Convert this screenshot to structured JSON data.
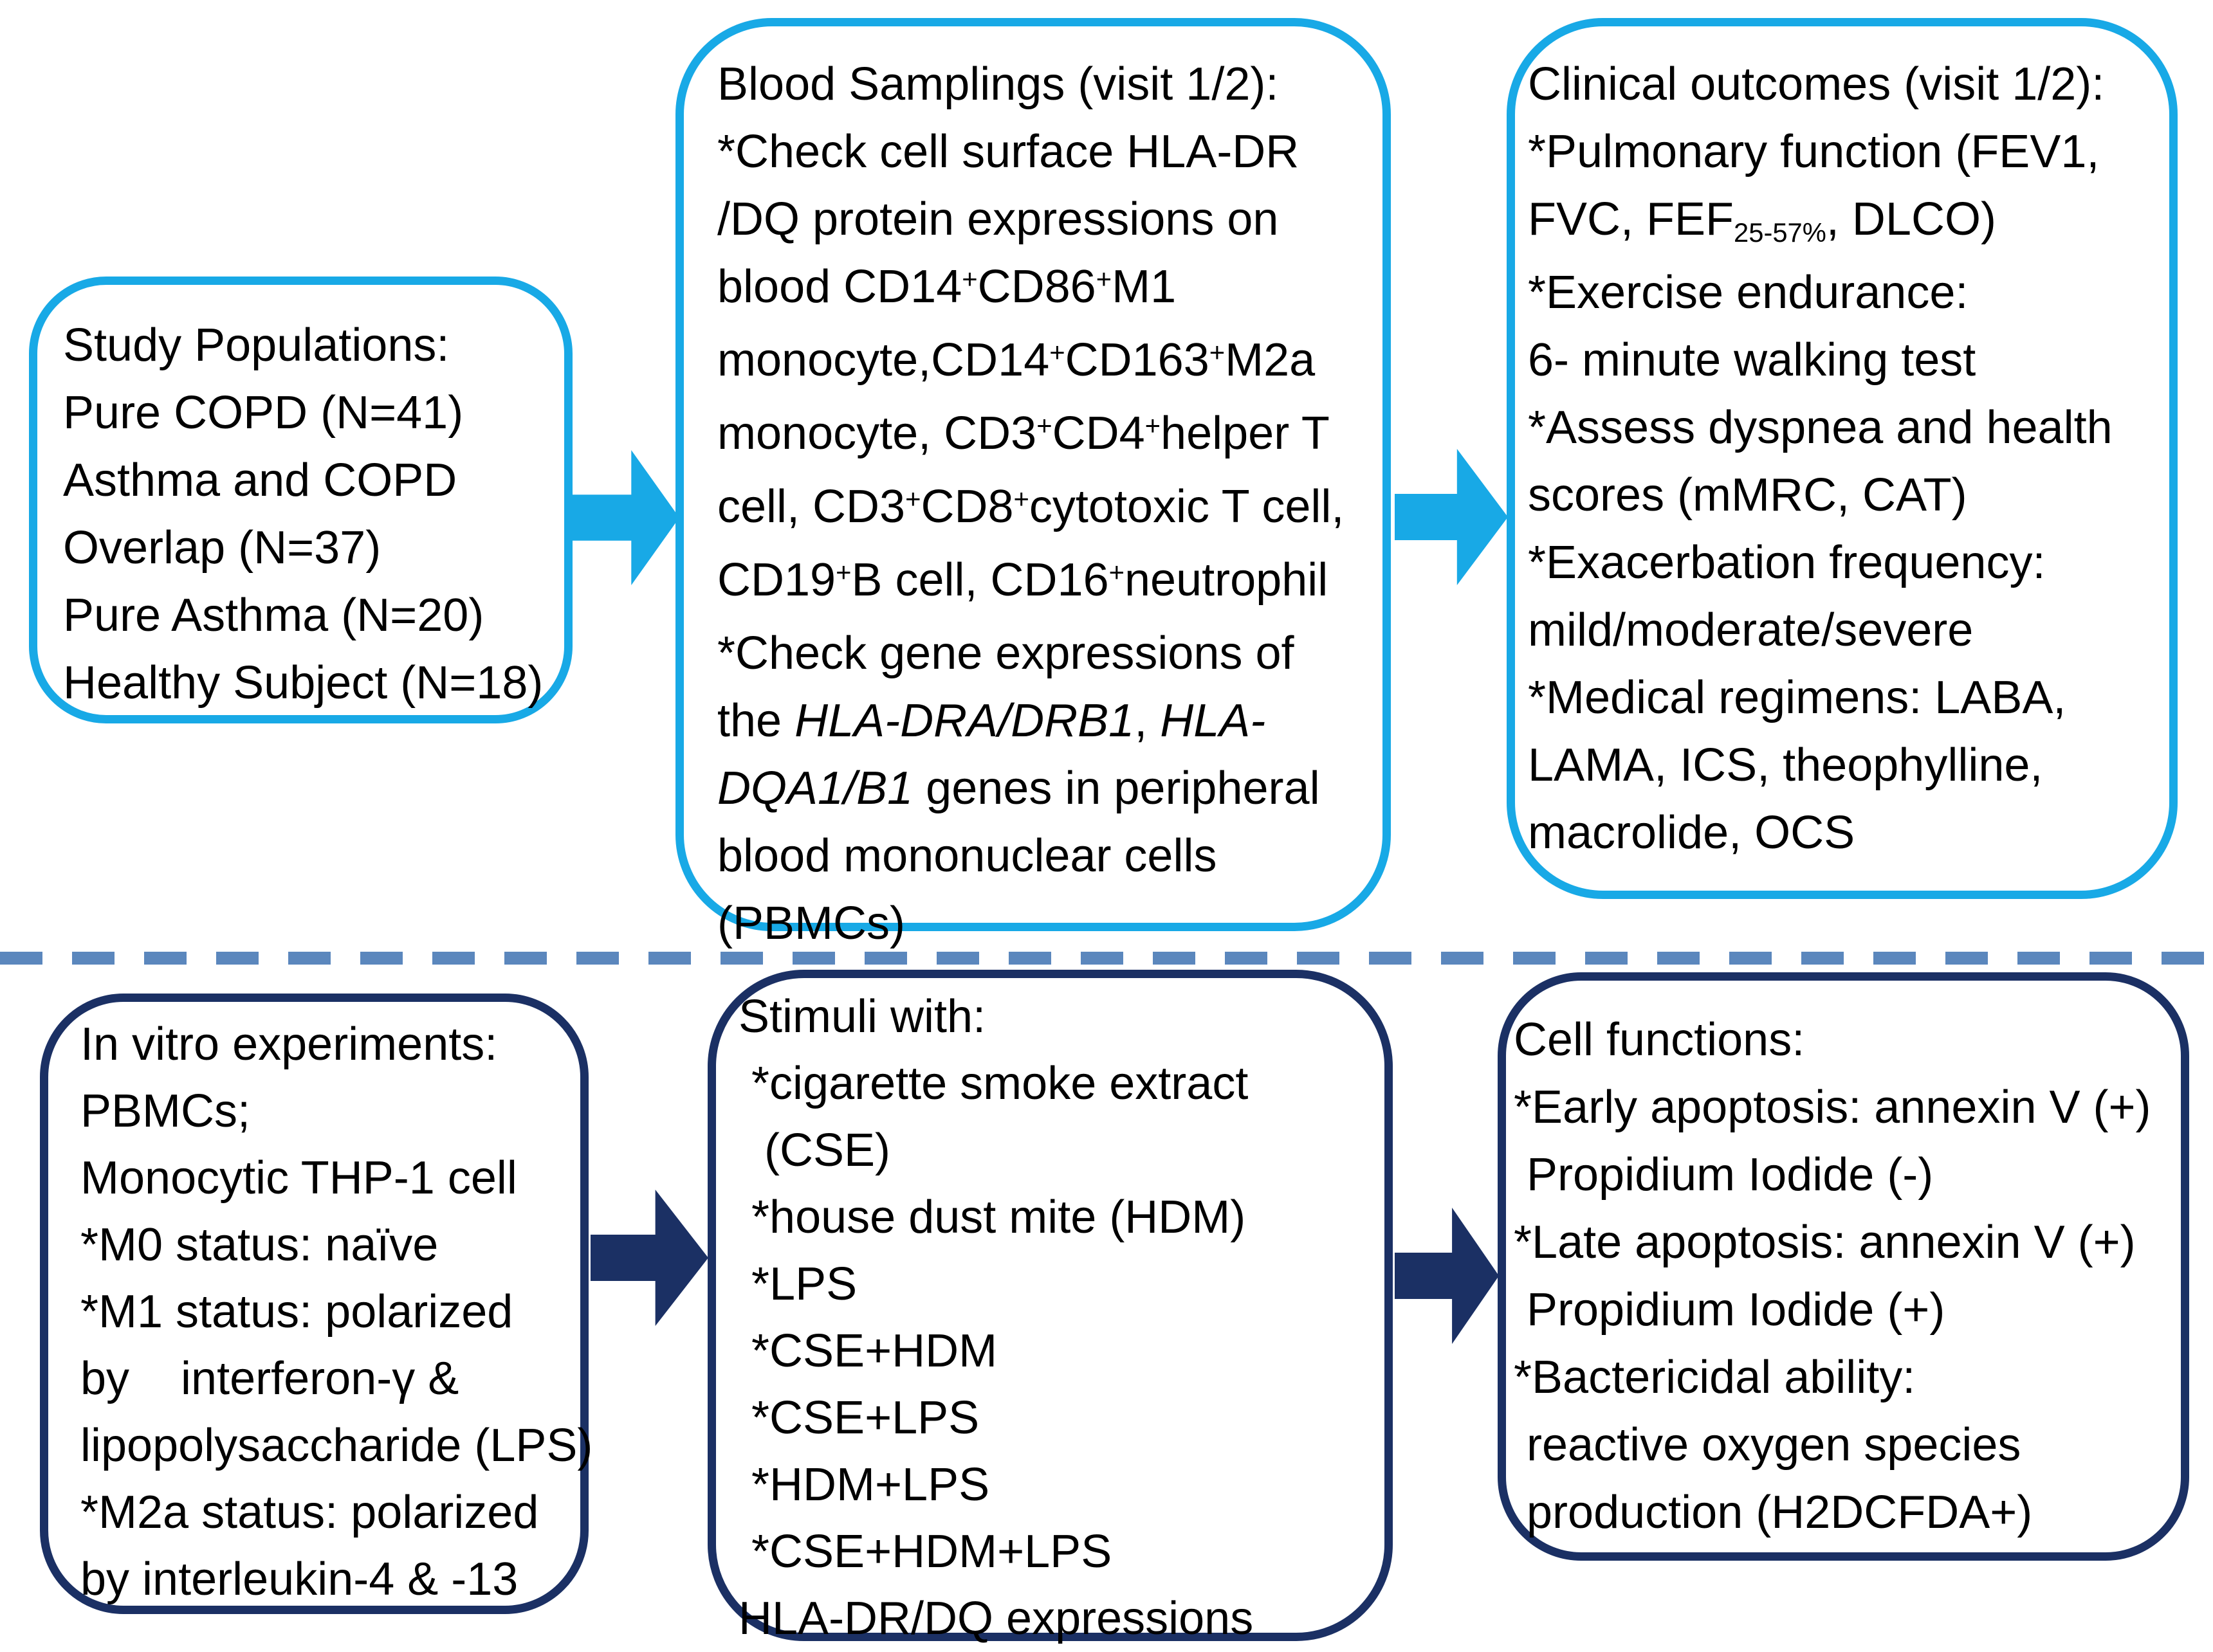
{
  "colors": {
    "light_blue": "#18A9E6",
    "navy": "#1B3064",
    "dash_blue": "#5B87BD",
    "text": "#000000",
    "background": "#FFFFFF"
  },
  "icons": {
    "top_row_arrows": "right-block-arrow (light blue)",
    "bottom_row_arrows": "right-block-arrow (dark navy)",
    "divider": "horizontal dashed divider line"
  },
  "boxes": {
    "study_populations": {
      "lines": [
        "Study Populations:",
        "Pure COPD (N=41)",
        "Asthma and COPD",
        "Overlap (N=37)",
        "Pure Asthma (N=20)",
        "Healthy Subject (N=18)"
      ]
    },
    "blood_samplings": {
      "lines": [
        "Blood Samplings (visit 1/2):",
        "*Check cell surface HLA-DR",
        "/DQ protein expressions on",
        {
          "segments": [
            {
              "t": "blood CD14"
            },
            {
              "t": "+",
              "style": "sup"
            },
            {
              "t": "CD86"
            },
            {
              "t": "+",
              "style": "sup"
            },
            {
              "t": "M1"
            }
          ]
        },
        {
          "segments": [
            {
              "t": "monocyte,CD14"
            },
            {
              "t": "+",
              "style": "sup"
            },
            {
              "t": "CD163"
            },
            {
              "t": "+",
              "style": "sup"
            },
            {
              "t": "M2a"
            }
          ]
        },
        {
          "segments": [
            {
              "t": "monocyte, CD3"
            },
            {
              "t": "+",
              "style": "sup"
            },
            {
              "t": "CD4"
            },
            {
              "t": "+",
              "style": "sup"
            },
            {
              "t": "helper T"
            }
          ]
        },
        {
          "segments": [
            {
              "t": "cell, CD3"
            },
            {
              "t": "+",
              "style": "sup"
            },
            {
              "t": "CD8"
            },
            {
              "t": "+",
              "style": "sup"
            },
            {
              "t": "cytotoxic T cell,"
            }
          ]
        },
        {
          "segments": [
            {
              "t": "CD19"
            },
            {
              "t": "+",
              "style": "sup"
            },
            {
              "t": "B cell, CD16"
            },
            {
              "t": "+",
              "style": "sup"
            },
            {
              "t": "neutrophil"
            }
          ]
        },
        "*Check gene expressions of",
        {
          "segments": [
            {
              "t": "the "
            },
            {
              "t": "HLA-DRA/DRB1",
              "style": "italic"
            },
            {
              "t": ", "
            },
            {
              "t": "HLA-",
              "style": "italic"
            }
          ]
        },
        {
          "segments": [
            {
              "t": "DQA1/B1",
              "style": "italic"
            },
            {
              "t": " genes in peripheral"
            }
          ]
        },
        "blood mononuclear cells",
        "(PBMCs)"
      ]
    },
    "clinical_outcomes": {
      "lines": [
        "Clinical outcomes (visit 1/2):",
        "*Pulmonary function (FEV1,",
        {
          "segments": [
            {
              "t": "FVC, FEF"
            },
            {
              "t": "25-57%",
              "style": "sub"
            },
            {
              "t": ", DLCO)"
            }
          ]
        },
        "*Exercise endurance:",
        "6- minute walking test",
        "*Assess dyspnea and health",
        "scores (mMRC, CAT)",
        "*Exacerbation frequency:",
        "mild/moderate/severe",
        "*Medical regimens: LABA,",
        "LAMA, ICS, theophylline,",
        "macrolide, OCS"
      ]
    },
    "in_vitro_experiments": {
      "lines": [
        "In vitro experiments:",
        "PBMCs;",
        "Monocytic THP-1 cell",
        "*M0 status: naïve",
        "*M1 status: polarized",
        "by    interferon-γ &",
        "lipopolysaccharide (LPS)",
        "*M2a status: polarized",
        "by interleukin-4 & -13"
      ]
    },
    "stimuli": {
      "lines": [
        "Stimuli with:",
        " *cigarette smoke extract",
        "  (CSE)",
        " *house dust mite (HDM)",
        " *LPS",
        " *CSE+HDM",
        " *CSE+LPS",
        " *HDM+LPS",
        " *CSE+HDM+LPS",
        "HLA-DR/DQ expressions"
      ]
    },
    "cell_functions": {
      "lines": [
        "Cell functions:",
        "*Early apoptosis: annexin V (+)",
        " Propidium Iodide (-)",
        "*Late apoptosis: annexin V (+)",
        " Propidium Iodide (+)",
        "*Bactericidal ability:",
        " reactive oxygen species",
        " production (H2DCFDA+)"
      ]
    }
  }
}
